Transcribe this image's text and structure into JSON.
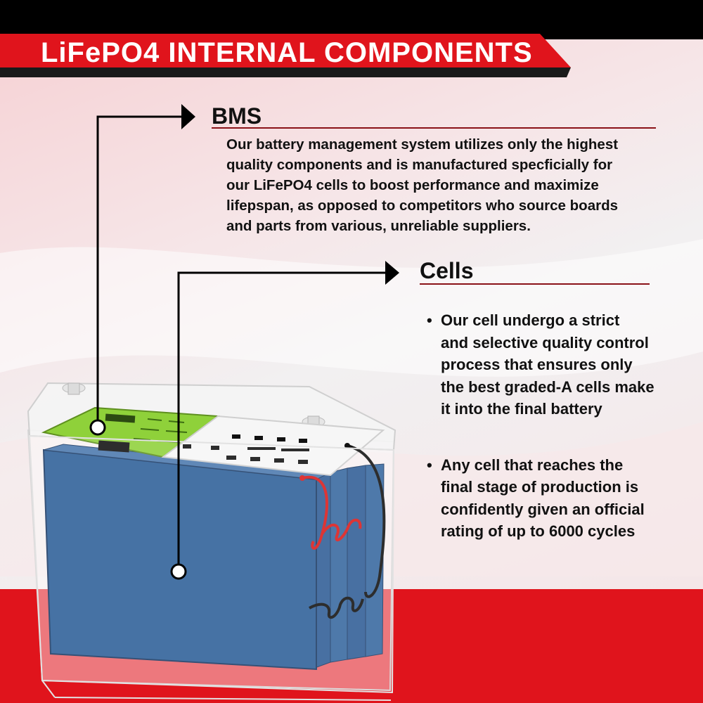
{
  "banner": {
    "title": "LiFePO4 INTERNAL COMPONENTS"
  },
  "colors": {
    "banner_red": "#e0141c",
    "banner_dark": "#1a1a1a",
    "accent_rule": "#8a1218",
    "cell_blue": "#2d5f98",
    "bms_green": "#8fd13a"
  },
  "bms": {
    "heading": "BMS",
    "lines": [
      "Our battery management system utilizes only the highest",
      "quality components and is manufactured specficially for",
      "our LiFePO4 cells to boost performance and maximize",
      "lifepspan, as opposed to competitors who source boards",
      "and parts from various, unreliable suppliers."
    ]
  },
  "cells": {
    "heading": "Cells",
    "bullets": [
      {
        "lines": [
          "Our cell undergo a strict",
          "and selective quality control",
          "process that ensures only",
          "the best graded-A cells make",
          "it into the final battery"
        ]
      },
      {
        "lines": [
          "Any cell that reaches the",
          "final stage of production is",
          "confidently given an official",
          "rating of up to 6000 cycles"
        ]
      }
    ]
  },
  "icons": [
    "callout-arrow-icon",
    "callout-dot-icon",
    "battery-illustration"
  ]
}
